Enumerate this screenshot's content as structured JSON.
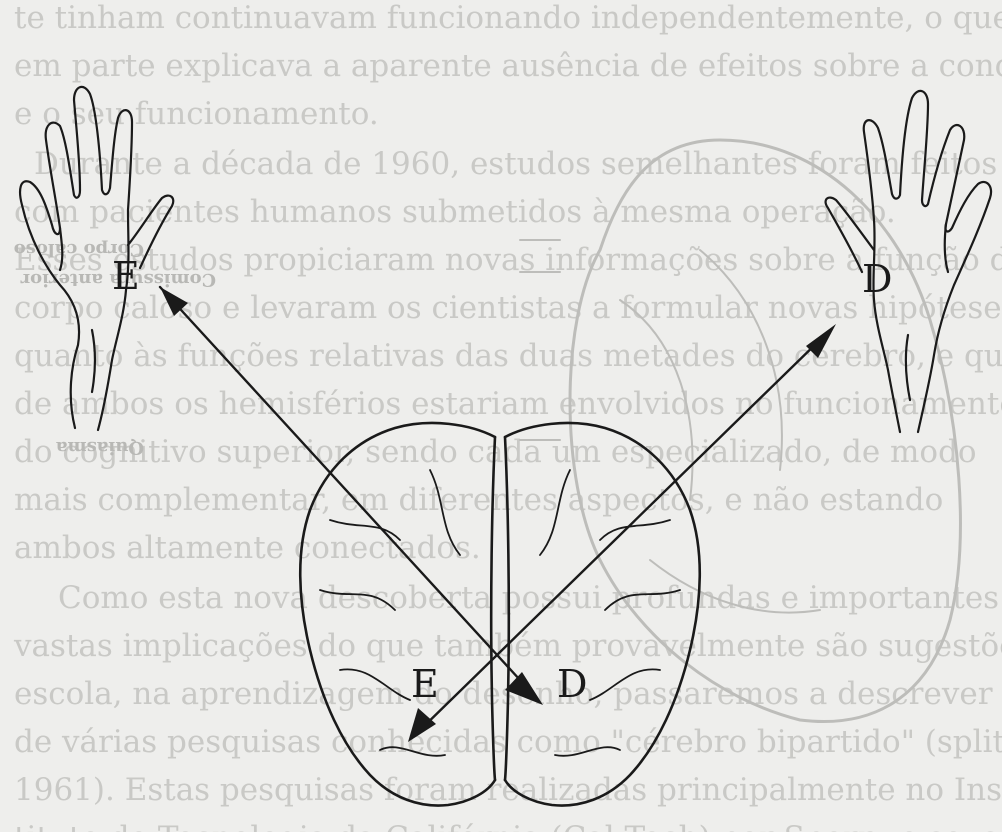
{
  "background_text": {
    "lines": [
      "te tinham continuavam funcionando independentemente, o que",
      "em parte explicava a aparente ausência de efeitos sobre a conduta",
      "e o seu funcionamento.",
      "Durante a década de 1960, estudos semelhantes foram feitos",
      "com pacientes humanos submetidos à mesma operação.",
      "Esses estudos propiciaram novas informações sobre a função do",
      "corpo caloso e levaram os cientistas a formular novas hipóteses",
      "quanto às funções relativas das duas metades do cérebro, e que",
      "de ambos os hemisférios estariam envolvidos no funcionamento",
      "do cognitivo superior, sendo cada um especializado, de modo",
      "mais complementar, em diferentes aspectos, e não estando",
      "ambos altamente conectados.",
      "Como esta nova descoberta possui profundas e importantes",
      "vastas implicações do que também provavelmente são sugestões para",
      "escola, na aprendizagem do desenho, passaremos a descrever algumas",
      "de várias pesquisas conhecidas como \"cérebro bipartido\" (split-brain",
      "1961). Estas pesquisas foram realizadas principalmente no Ins-",
      "tituto de Tecnologia da Califórnia (Cal Tech) por Sperry e seus"
    ]
  },
  "faint_labels": {
    "corpo_caloso": "Corpo caloso",
    "comissura_anterior": "Comissura anterior",
    "quiasma": "Quiasma"
  },
  "labels": {
    "left_hand": "E",
    "right_hand": "D",
    "left_hemisphere": "E",
    "right_hemisphere": "D"
  }
}
